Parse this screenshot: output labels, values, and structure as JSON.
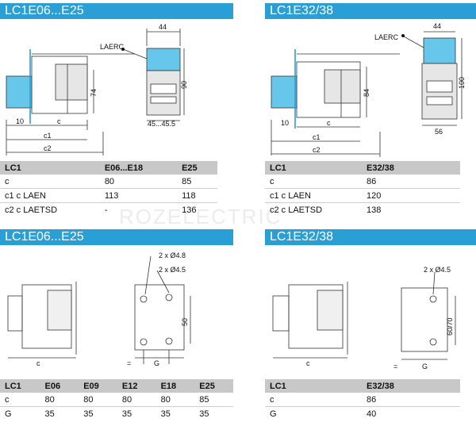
{
  "watermark": "ROZELECTRIC",
  "sections": {
    "top_left": {
      "title": "LC1E06...E25",
      "dims": {
        "width_top": "44",
        "laerc": "LAERC",
        "height_side": "74",
        "height_right": "90",
        "d10": "10",
        "c": "c",
        "c1": "c1",
        "c2": "c2",
        "bottom": "45...45.5"
      },
      "table": {
        "headers": [
          "LC1",
          "E06...E18",
          "E25"
        ],
        "rows": [
          [
            "c",
            "80",
            "85"
          ],
          [
            "c1 c LAEN",
            "113",
            "118"
          ],
          [
            "c2 c LAETSD",
            "-",
            "136"
          ]
        ]
      }
    },
    "top_right": {
      "title": "LC1E32/38",
      "dims": {
        "width_top": "44",
        "laerc": "LAERC",
        "height_side": "84",
        "height_right": "100",
        "d10": "10",
        "c": "c",
        "c1": "c1",
        "c2": "c2",
        "bottom": "56"
      },
      "table": {
        "headers": [
          "LC1",
          "E32/38"
        ],
        "rows": [
          [
            "c",
            "86"
          ],
          [
            "c1 c LAEN",
            "120"
          ],
          [
            "c2 c LAETSD",
            "138"
          ]
        ]
      }
    },
    "bottom_left": {
      "title": "LC1E06...E25",
      "dims": {
        "hole1": "2 x Ø4.8",
        "hole2": "2 x Ø4.5",
        "height": "50",
        "c": "c",
        "g": "G",
        "eq": "="
      },
      "table": {
        "headers": [
          "LC1",
          "E06",
          "E09",
          "E12",
          "E18",
          "E25"
        ],
        "rows": [
          [
            "c",
            "80",
            "80",
            "80",
            "80",
            "85"
          ],
          [
            "G",
            "35",
            "35",
            "35",
            "35",
            "35"
          ]
        ]
      }
    },
    "bottom_right": {
      "title": "LC1E32/38",
      "dims": {
        "hole": "2 x Ø4.5",
        "height": "60/70",
        "c": "c",
        "g": "G",
        "eq": "="
      },
      "table": {
        "headers": [
          "LC1",
          "E32/38"
        ],
        "rows": [
          [
            "c",
            "86"
          ],
          [
            "G",
            "40"
          ]
        ]
      }
    }
  }
}
